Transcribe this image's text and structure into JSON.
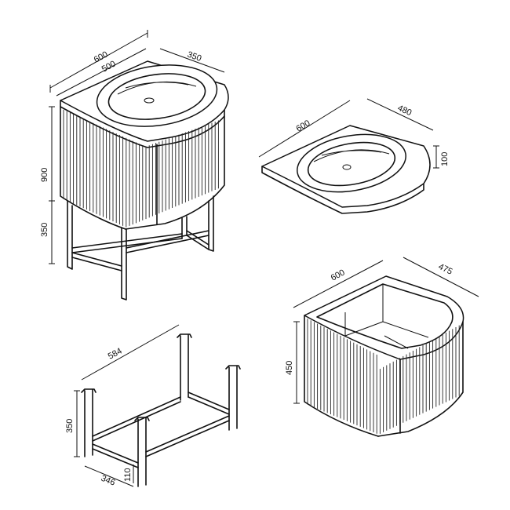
{
  "views": {
    "full_vanity": {
      "width_outer": "600",
      "width_inner": "500",
      "depth": "350",
      "height_total": "900",
      "leg_height": "350"
    },
    "basin_top": {
      "width": "600",
      "depth": "480",
      "thickness": "100"
    },
    "cabinet": {
      "width": "600",
      "depth": "475",
      "height": "450"
    },
    "frame": {
      "width": "584",
      "height": "350",
      "depth": "346",
      "foot": "110"
    }
  }
}
